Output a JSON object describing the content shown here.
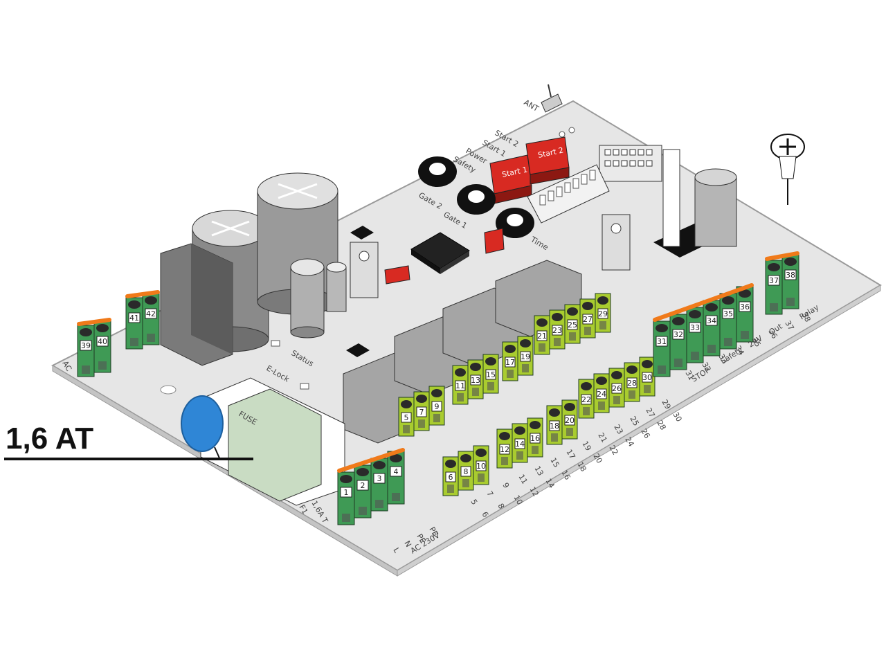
{
  "callout": {
    "label": "1,6 AT"
  },
  "silkscreen": {
    "ant": "ANT",
    "start2_led": "Start 2",
    "start1_led": "Start 1",
    "power_led": "Power",
    "safety_led": "Safety",
    "gate2": "Gate 2",
    "gate1": "Gate 1",
    "time": "Time",
    "status": "Status",
    "elock": "E-Lock",
    "fuse": "FUSE",
    "fuse_rating": "1,6A T",
    "f1": "F1",
    "stop": "STOP",
    "safety": "Safety",
    "v24": "24V",
    "out": "Out",
    "relay": "Relay",
    "ac230": "AC 230V",
    "l": "L",
    "n": "N",
    "pe1": "PE",
    "pe2": "PE",
    "ac_left": "AC"
  },
  "buttons": {
    "start1": "Start 1",
    "start2": "Start 2"
  },
  "terminals": {
    "power_block": [
      "1",
      "2",
      "3",
      "4"
    ],
    "t_39_40": [
      "39",
      "40"
    ],
    "t_41_42": [
      "41",
      "42"
    ],
    "motor_upper_a": [
      "5",
      "7",
      "9"
    ],
    "motor_upper_b": [
      "11",
      "13",
      "15"
    ],
    "motor_upper_c": [
      "17",
      "19"
    ],
    "motor_upper_d": [
      "21",
      "23",
      "25",
      "27",
      "29"
    ],
    "motor_lower_a": [
      "6",
      "8",
      "10"
    ],
    "motor_lower_b": [
      "12",
      "14",
      "16"
    ],
    "motor_lower_c": [
      "18",
      "20"
    ],
    "motor_lower_d": [
      "22",
      "24",
      "26",
      "28",
      "30"
    ],
    "right_block": [
      "31",
      "32",
      "33",
      "34",
      "35",
      "36"
    ],
    "relay_block": [
      "37",
      "38"
    ]
  },
  "edge_numbers": {
    "row1": [
      "5",
      "7",
      "9",
      "11",
      "13",
      "15",
      "17",
      "19",
      "21",
      "23",
      "25",
      "27",
      "29"
    ],
    "row2": [
      "6",
      "8",
      "10",
      "12",
      "14",
      "16",
      "18",
      "20",
      "22",
      "24",
      "26",
      "28",
      "30"
    ],
    "right_labels": [
      "31",
      "32",
      "33",
      "34",
      "35",
      "36",
      "37",
      "38"
    ]
  },
  "colors": {
    "board": "#e6e6e6",
    "board_edge": "#bdbdbd",
    "terminal_green": "#3f9a55",
    "terminal_lime": "#a9cc2f",
    "lever_orange": "#f07a1a",
    "dip_red": "#e8322a",
    "capacitor_blue": "#2f86d6",
    "fuse_green": "#c9dcc3"
  }
}
